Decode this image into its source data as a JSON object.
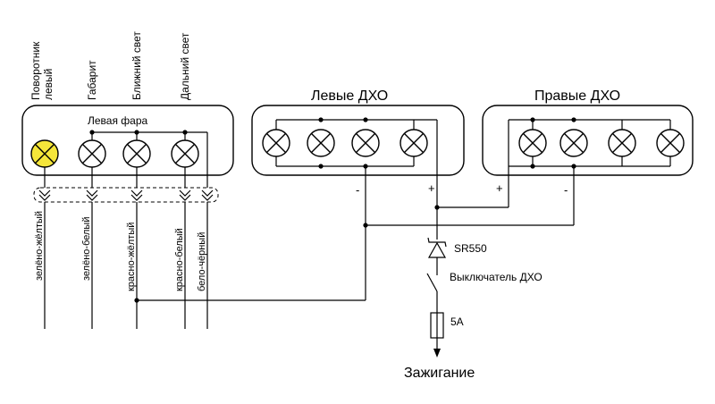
{
  "colors": {
    "line": "#000000",
    "active_lamp": "#f5e63a",
    "background": "#ffffff"
  },
  "left_headlight": {
    "title": "Левая фара",
    "column_labels": [
      "Поворотник левый",
      "Габарит",
      "Ближний свет",
      "Дальний свет"
    ],
    "lamp_count": 4
  },
  "left_drl": {
    "title": "Левые ДХО",
    "minus": "-",
    "plus": "+",
    "lamp_count": 4
  },
  "right_drl": {
    "title": "Правые ДХО",
    "plus": "+",
    "minus": "-",
    "lamp_count": 4
  },
  "wires": [
    "зелёно-жёлтый",
    "зелёно-белый",
    "красно-жёлтый",
    "красно-белый",
    "бело-чёрный"
  ],
  "diode": {
    "label": "SR550"
  },
  "switch": {
    "label": "Выключатель ДХО"
  },
  "fuse": {
    "label": "5А"
  },
  "ignition": {
    "label": "Зажигание"
  }
}
